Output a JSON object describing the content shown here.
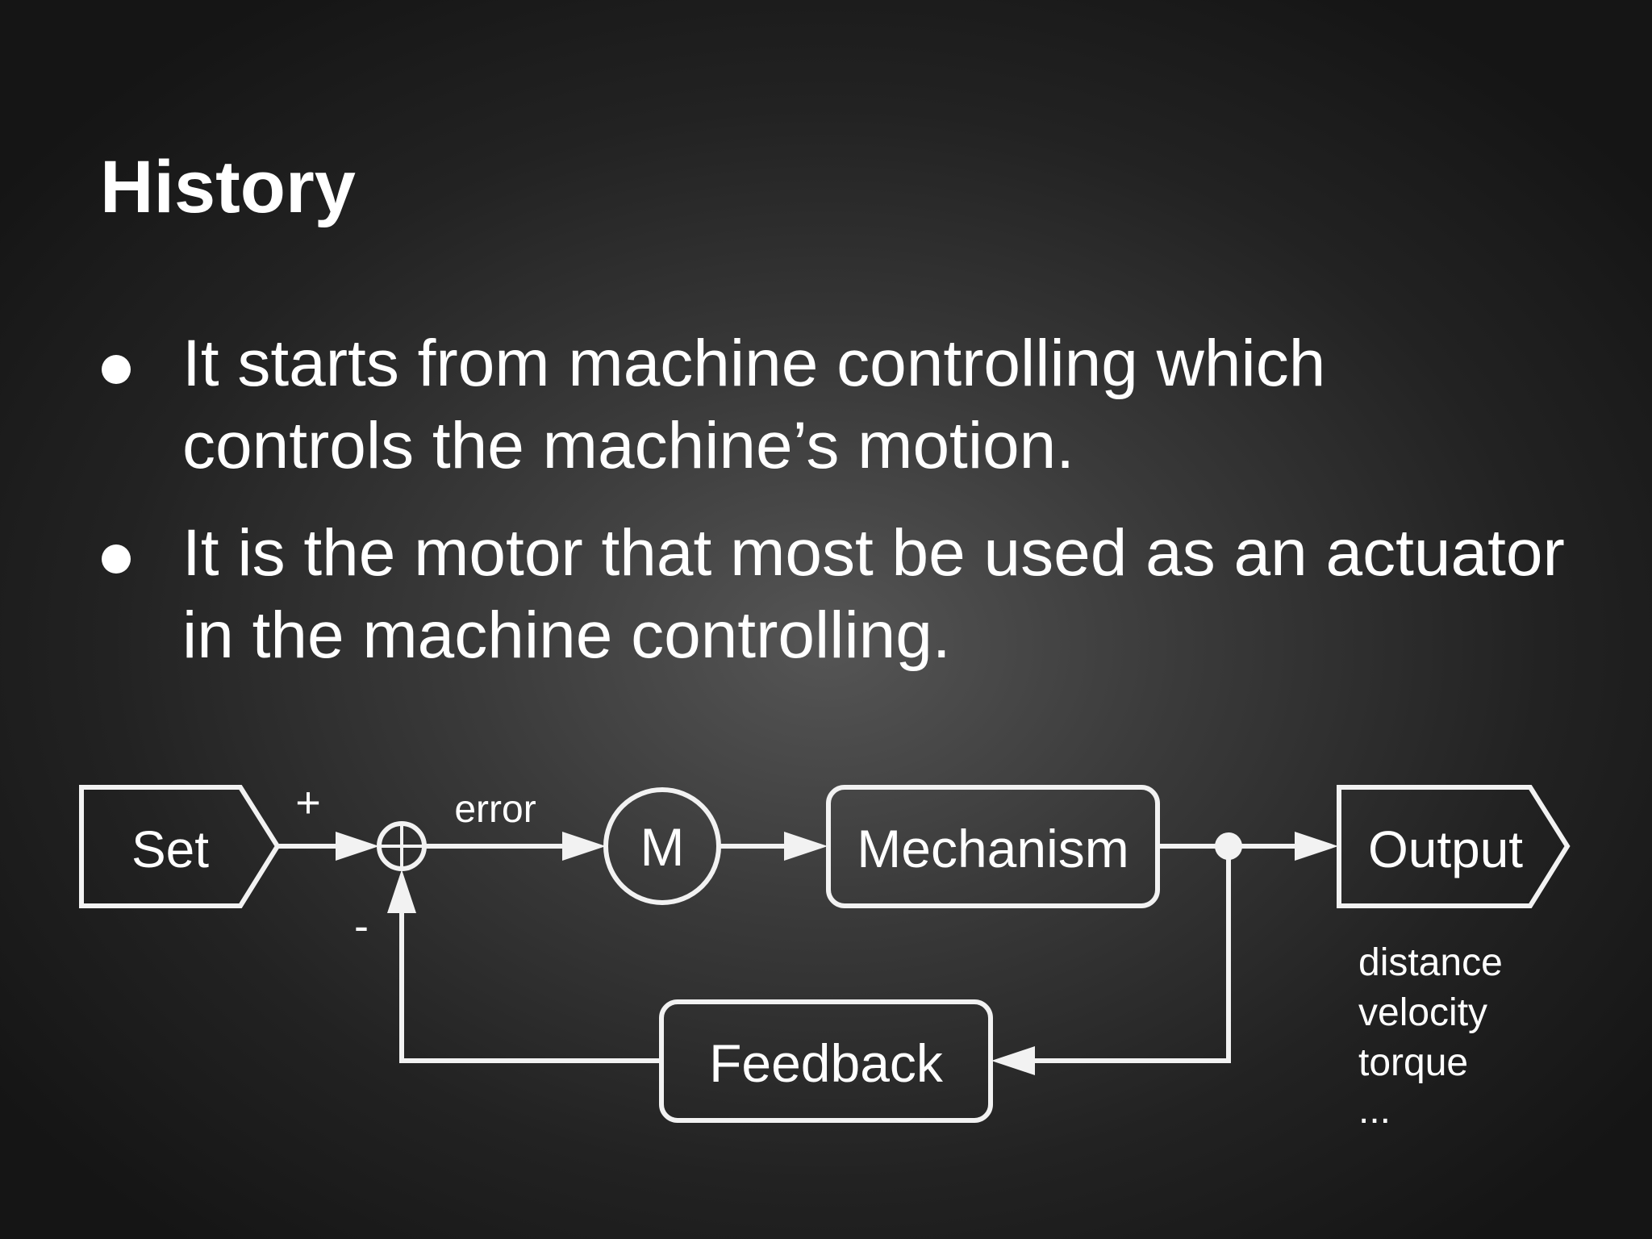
{
  "slide": {
    "title": "History",
    "bullets": [
      "It starts from machine controlling which controls the machine’s motion.",
      "It is the motor that most be used as an actuator in the machine controlling."
    ]
  },
  "diagram": {
    "set_label": "Set",
    "plus_sign": "+",
    "minus_sign": "-",
    "error_label": "error",
    "motor_label": "M",
    "mechanism_label": "Mechanism",
    "output_label": "Output",
    "feedback_label": "Feedback",
    "output_types": [
      "distance",
      "velocity",
      "torque",
      "..."
    ]
  }
}
